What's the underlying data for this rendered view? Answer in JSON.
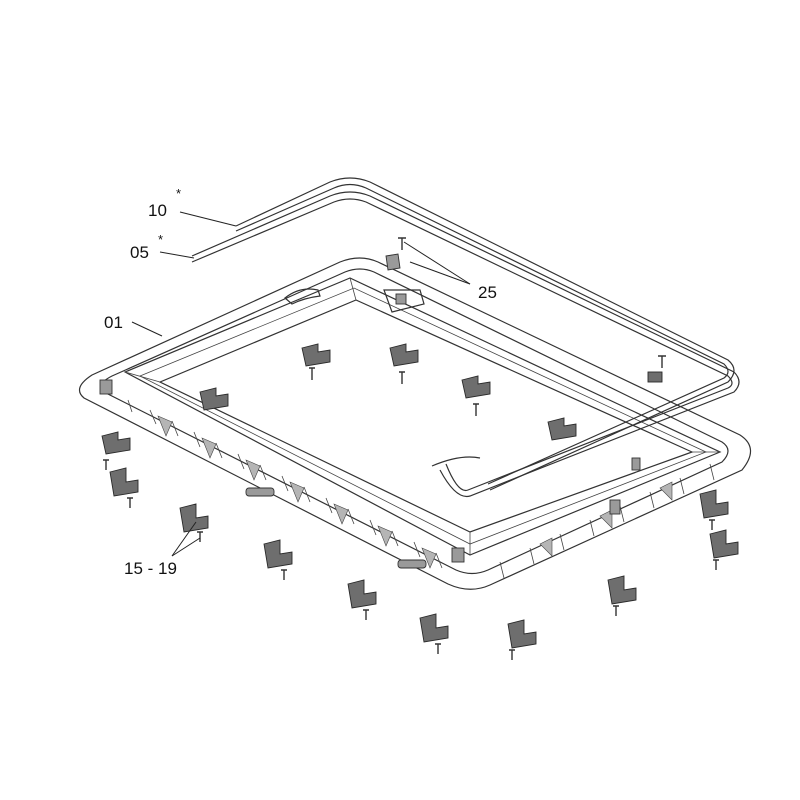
{
  "callouts": {
    "frame": {
      "number": "01"
    },
    "gasket": {
      "number": "05",
      "mark": "*"
    },
    "seal": {
      "number": "10",
      "mark": "*"
    },
    "clips": {
      "number": "25"
    },
    "brackets": {
      "number": "15 - 19"
    }
  }
}
